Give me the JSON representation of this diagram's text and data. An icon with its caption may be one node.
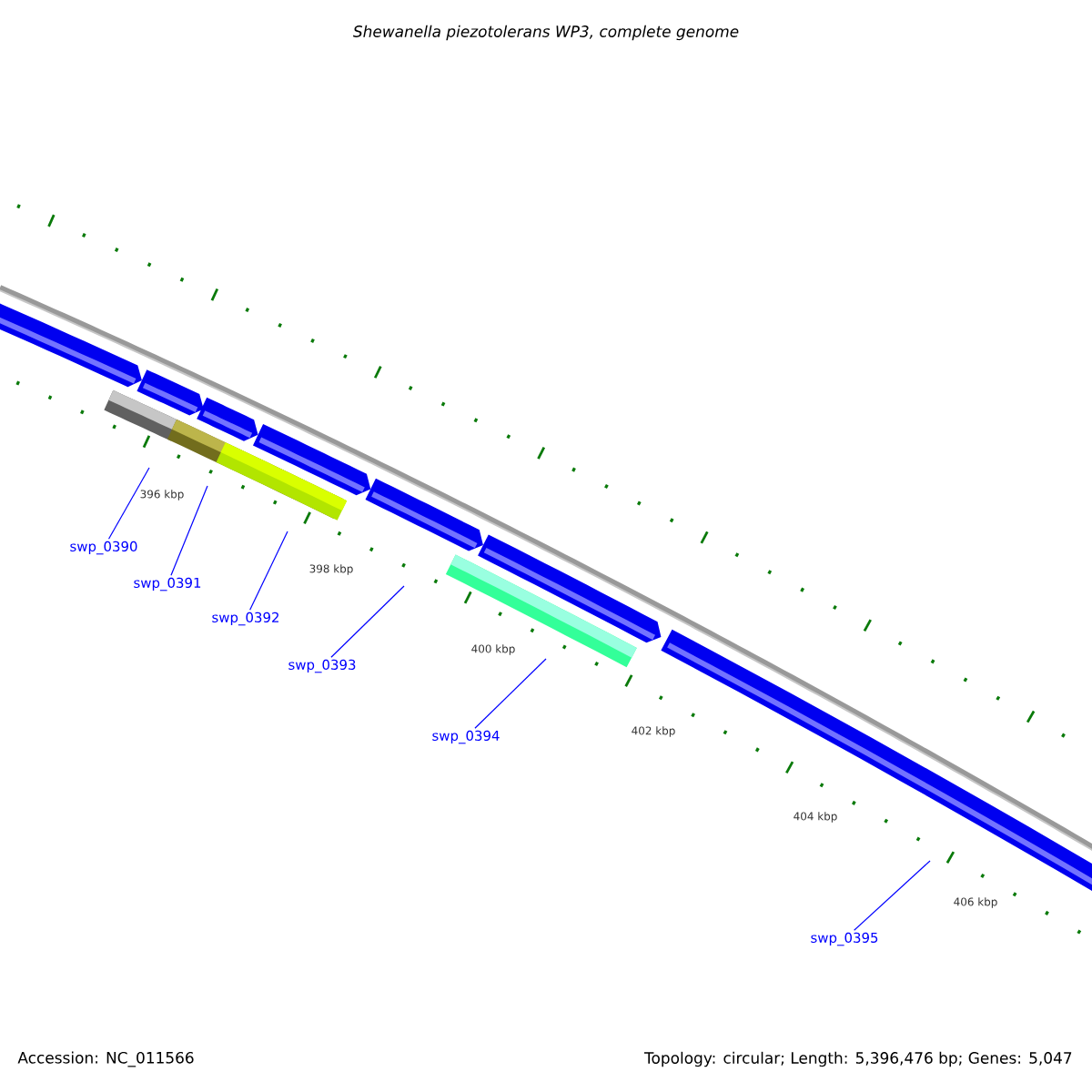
{
  "diagram": {
    "title": "Shewanella piezotolerans WP3, complete genome",
    "nodes": [
      {
        "text": [
          "swp_0390"
        ]
      },
      {
        "text": [
          "swp_0391"
        ]
      },
      {
        "text": [
          "swp_0392"
        ]
      },
      {
        "text": [
          "swp_0393"
        ]
      },
      {
        "text": [
          "swp_0394"
        ]
      },
      {
        "text": [
          "swp_0395"
        ]
      }
    ],
    "edges": [
      {
        "from": 0,
        "to": null,
        "arrow": "none"
      },
      {
        "from": 1,
        "to": null,
        "arrow": "none"
      },
      {
        "from": 2,
        "to": null,
        "arrow": "none"
      },
      {
        "from": 3,
        "to": null,
        "arrow": "none"
      },
      {
        "from": 4,
        "to": null,
        "arrow": "none"
      },
      {
        "from": 5,
        "to": null,
        "arrow": "none"
      }
    ],
    "labels": [
      "396 kbp",
      "398 kbp",
      "400 kbp",
      "402 kbp",
      "404 kbp",
      "406 kbp",
      "Accession: NC_011566",
      "Topology: circular; Length: 5,396,476 bp; Genes: 5,047"
    ]
  }
}
